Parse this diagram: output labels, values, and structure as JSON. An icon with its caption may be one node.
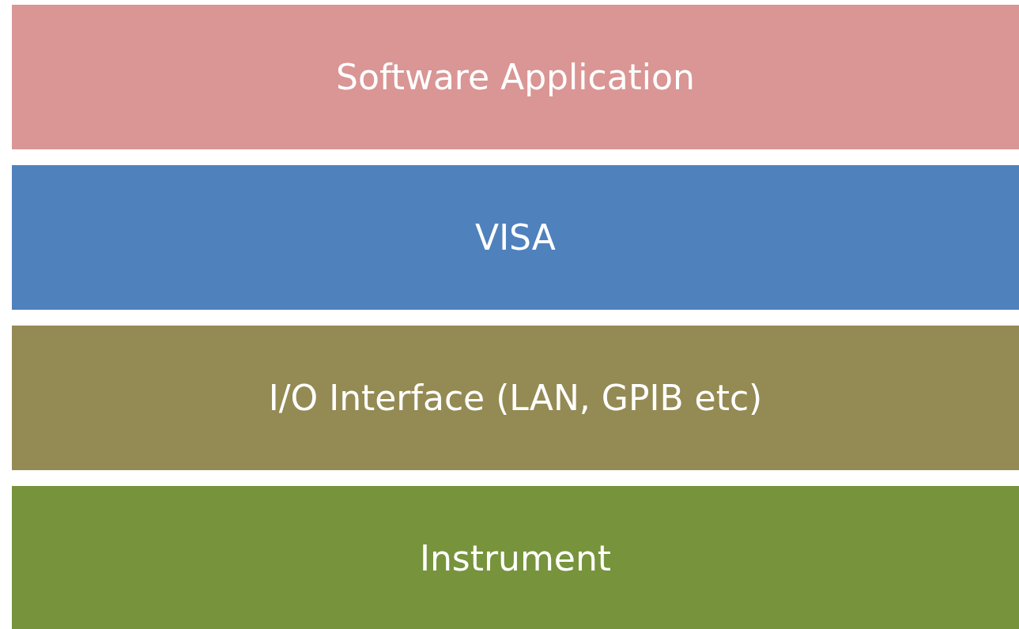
{
  "diagram": {
    "nodes": [
      {
        "text": [
          "Software Application"
        ]
      },
      {
        "text": [
          "VISA"
        ]
      },
      {
        "text": [
          "I/O Interface (LAN, GPIB etc)"
        ]
      },
      {
        "text": [
          "Instrument"
        ]
      }
    ]
  }
}
